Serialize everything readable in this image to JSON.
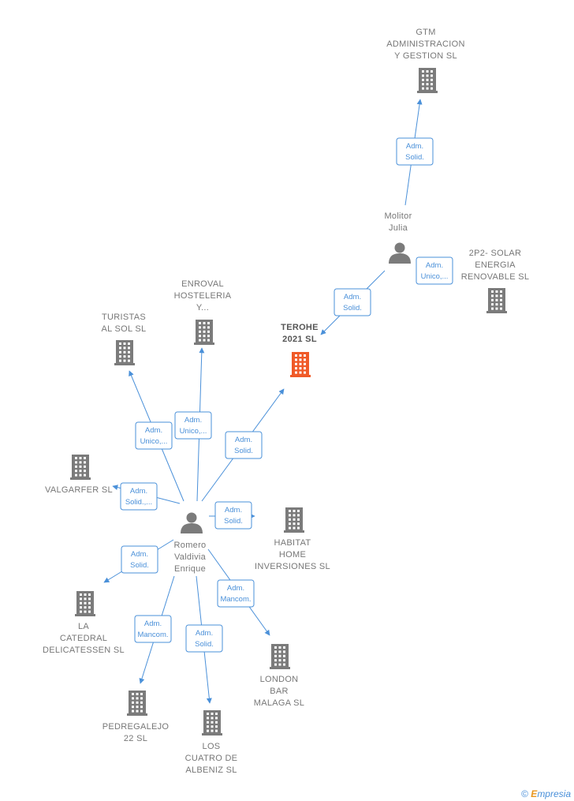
{
  "nodes": [
    {
      "id": "gtm",
      "type": "company",
      "lines": [
        "GTM",
        "ADMINISTRACION",
        "Y GESTION  SL"
      ]
    },
    {
      "id": "molitor",
      "type": "person",
      "lines": [
        "Molitor",
        "Julia"
      ]
    },
    {
      "id": "p2p",
      "type": "company",
      "lines": [
        "2P2- SOLAR",
        "ENERGIA",
        "RENOVABLE SL"
      ]
    },
    {
      "id": "terohe",
      "type": "company",
      "focus": true,
      "lines": [
        "TEROHE",
        "2021  SL"
      ]
    },
    {
      "id": "enroval",
      "type": "company",
      "lines": [
        "ENROVAL",
        "HOSTELERIA",
        "Y..."
      ]
    },
    {
      "id": "turistas",
      "type": "company",
      "lines": [
        "TURISTAS",
        "AL SOL  SL"
      ]
    },
    {
      "id": "valgarfer",
      "type": "company",
      "lines": [
        "VALGARFER SL"
      ]
    },
    {
      "id": "romero",
      "type": "person",
      "lines": [
        "Romero",
        "Valdivia",
        "Enrique"
      ]
    },
    {
      "id": "habitat",
      "type": "company",
      "lines": [
        "HABITAT",
        "HOME",
        "INVERSIONES SL"
      ]
    },
    {
      "id": "catedral",
      "type": "company",
      "lines": [
        "LA",
        "CATEDRAL",
        "DELICATESSEN SL"
      ]
    },
    {
      "id": "london",
      "type": "company",
      "lines": [
        "LONDON",
        "BAR",
        "MALAGA SL"
      ]
    },
    {
      "id": "pedregalejo",
      "type": "company",
      "lines": [
        "PEDREGALEJO",
        "22 SL"
      ]
    },
    {
      "id": "cuatro",
      "type": "company",
      "lines": [
        "LOS",
        "CUATRO DE",
        "ALBENIZ  SL"
      ]
    }
  ],
  "edges": [
    {
      "from": "molitor",
      "to": "gtm",
      "role": [
        "Adm.",
        "Solid."
      ]
    },
    {
      "from": "molitor",
      "to": "p2p",
      "role": [
        "Adm.",
        "Unico,..."
      ]
    },
    {
      "from": "molitor",
      "to": "terohe",
      "role": [
        "Adm.",
        "Solid."
      ]
    },
    {
      "from": "romero",
      "to": "terohe",
      "role": [
        "Adm.",
        "Solid."
      ]
    },
    {
      "from": "romero",
      "to": "enroval",
      "role": [
        "Adm.",
        "Unico,..."
      ]
    },
    {
      "from": "romero",
      "to": "turistas",
      "role": [
        "Adm.",
        "Unico,..."
      ]
    },
    {
      "from": "romero",
      "to": "valgarfer",
      "role": [
        "Adm.",
        "Solid.,..."
      ]
    },
    {
      "from": "romero",
      "to": "habitat",
      "role": [
        "Adm.",
        "Solid."
      ]
    },
    {
      "from": "romero",
      "to": "catedral",
      "role": [
        "Adm.",
        "Solid."
      ]
    },
    {
      "from": "romero",
      "to": "london",
      "role": [
        "Adm.",
        "Mancom."
      ]
    },
    {
      "from": "romero",
      "to": "pedregalejo",
      "role": [
        "Adm.",
        "Mancom."
      ]
    },
    {
      "from": "romero",
      "to": "cuatro",
      "role": [
        "Adm.",
        "Solid."
      ]
    }
  ],
  "colors": {
    "edge": "#4a90d9",
    "company": "#7b7b7b",
    "focus_company": "#f05a28",
    "person": "#7b7b7b",
    "label": "#777777"
  },
  "footer": {
    "copyright": "©",
    "brand_initial": "E",
    "brand_rest": "mpresia"
  }
}
